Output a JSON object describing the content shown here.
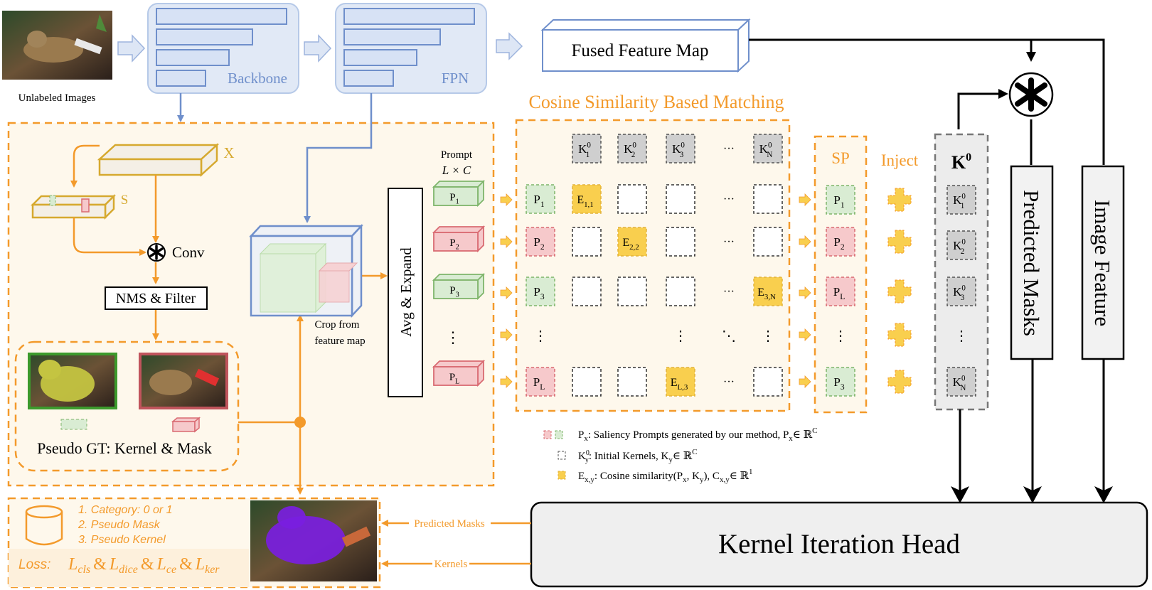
{
  "input": {
    "caption": "Unlabeled Images"
  },
  "backbone": {
    "label": "Backbone"
  },
  "fpn": {
    "label": "FPN"
  },
  "fused": {
    "label": "Fused Feature Map"
  },
  "left": {
    "x_label": "X",
    "s_label": "S",
    "conv_label": "Conv",
    "nms_label": "NMS & Filter",
    "pseudo_gt_label": "Pseudo GT: Kernel & Mask",
    "crop_line1": "Crop from",
    "crop_line2": "feature map",
    "avg_expand": "Avg & Expand",
    "prompt_title": "Prompt",
    "prompt_dims": "L × C",
    "prompts": [
      {
        "main": "P",
        "sub": "1",
        "color": "green"
      },
      {
        "main": "P",
        "sub": "2",
        "color": "red"
      },
      {
        "main": "P",
        "sub": "3",
        "color": "green"
      },
      {
        "main": "P",
        "sub": "L",
        "color": "red"
      }
    ],
    "vdots": "⋮"
  },
  "matching": {
    "title": "Cosine Similarity Based Matching",
    "kernels": [
      {
        "main": "K",
        "sup": "0",
        "sub": "1"
      },
      {
        "main": "K",
        "sup": "0",
        "sub": "2"
      },
      {
        "main": "K",
        "sup": "0",
        "sub": "3"
      },
      {
        "main": "K",
        "sup": "0",
        "sub": "N"
      }
    ],
    "hdots": "···",
    "vdots": "⋮",
    "ddots": "⋱",
    "rows": [
      {
        "p": "P",
        "sub": "1",
        "color": "green",
        "e_main": "E",
        "e_sub": "1,1"
      },
      {
        "p": "P",
        "sub": "2",
        "color": "red",
        "e_main": "E",
        "e_sub": "2,2"
      },
      {
        "p": "P",
        "sub": "3",
        "color": "green",
        "e_main": "E",
        "e_sub": "3,N"
      },
      {
        "p": "P",
        "sub": "L",
        "color": "red",
        "e_main": "E",
        "e_sub": "L,3"
      }
    ]
  },
  "sp": {
    "title": "SP",
    "items": [
      {
        "main": "P",
        "sub": "1",
        "color": "green"
      },
      {
        "main": "P",
        "sub": "2",
        "color": "red"
      },
      {
        "main": "P",
        "sub": "L",
        "color": "red"
      },
      {
        "main": "P",
        "sub": "3",
        "color": "green"
      }
    ]
  },
  "inject": {
    "label": "Inject"
  },
  "k0": {
    "title_main": "K",
    "title_sup": "0",
    "items": [
      {
        "main": "K",
        "sup": "0",
        "sub": "1"
      },
      {
        "main": "K",
        "sup": "0",
        "sub": "2"
      },
      {
        "main": "K",
        "sup": "0",
        "sub": "3"
      },
      {
        "main": "K",
        "sup": "0",
        "sub": "N"
      }
    ]
  },
  "predicted_masks": {
    "label": "Predicted Masks"
  },
  "image_feature": {
    "label": "Image Feature"
  },
  "head": {
    "label": "Kernel Iteration Head"
  },
  "loss": {
    "items": [
      "1.  Category: 0 or 1",
      "2.  Pseudo Mask",
      "3.  Pseudo Kernel"
    ],
    "prefix": "Loss:",
    "t1": "L",
    "s1": "cls",
    "t2": "L",
    "s2": "dice",
    "t3": "L",
    "s3": "ce",
    "t4": "L",
    "s4": "ker",
    "amp": "&"
  },
  "arrows": {
    "predicted_masks": "Predicted Masks",
    "kernels": "Kernels"
  },
  "legend": {
    "l1_main": "P",
    "l1_sub": "x",
    "l1_text": ": Saliency Prompts generated by our method, P",
    "l1_tsub": "x",
    "l1_end": "∈ ℝ",
    "l1_sup": "C",
    "l2_main": "K",
    "l2_sup": "0",
    "l2_sub": "y",
    "l2_text": ": Initial Kernels, K",
    "l2_tsub": "y",
    "l2_end": "∈ ℝ",
    "l2_esup": "C",
    "l3_main": "E",
    "l3_sub": "x,y",
    "l3_text": ": Cosine similarity(P",
    "l3_a": "x",
    "l3_mid": ", K",
    "l3_b": "y",
    "l3_mid2": "), C",
    "l3_c": "x,y",
    "l3_end": "∈ ℝ",
    "l3_sup": "1"
  },
  "colors": {
    "orange": "#f39a2b",
    "blue": "#7d9bd1",
    "green_fill": "#d9ecd3",
    "green_stroke": "#7fb56b",
    "red_fill": "#f6c9cb",
    "red_stroke": "#d96b72",
    "yellow": "#f9cf4e",
    "gray": "#cfcfcf"
  }
}
